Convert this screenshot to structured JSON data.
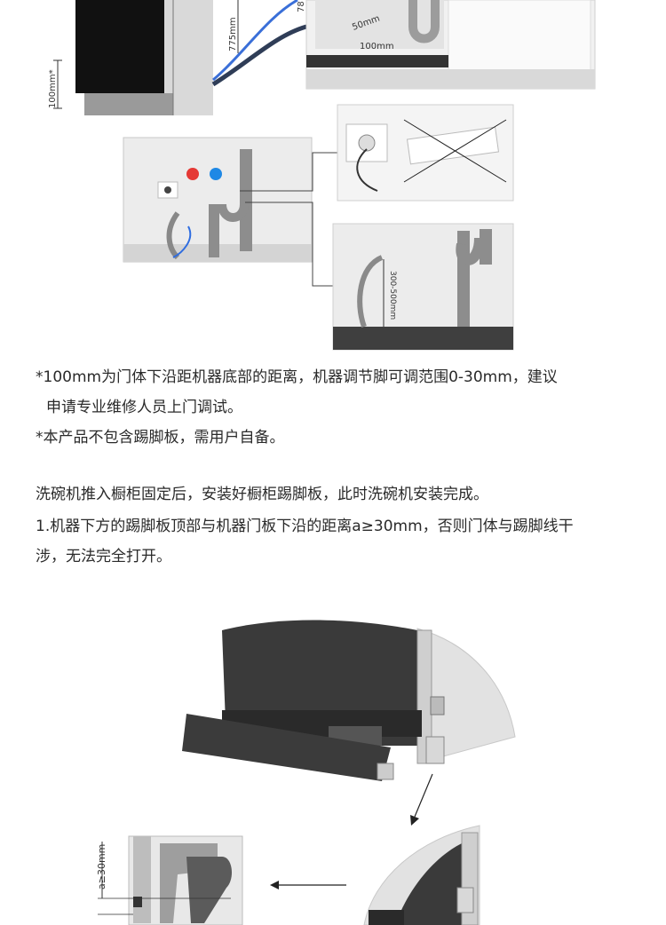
{
  "top_labels": {
    "height_775": "775mm",
    "height_100": "100mm*",
    "dim_50": "50mm",
    "dim_100": "100mm",
    "range_300_500": "300-500mm",
    "cut_78": "78"
  },
  "notes": [
    "*100mm为门体下沿距机器底部的距离，机器调节脚可调范围0-30mm，建议",
    "申请专业维修人员上门调试。",
    "*本产品不包含踢脚板，需用户自备。"
  ],
  "install": [
    "洗碗机推入橱柜固定后，安装好橱柜踢脚板，此时洗碗机安装完成。",
    "1.机器下方的踢脚板顶部与机器门板下沿的距离a≥30mm，否则门体与踢脚线干",
    "涉，无法完全打开。"
  ],
  "bottom_labels": {
    "gap": "a≥30mm"
  }
}
